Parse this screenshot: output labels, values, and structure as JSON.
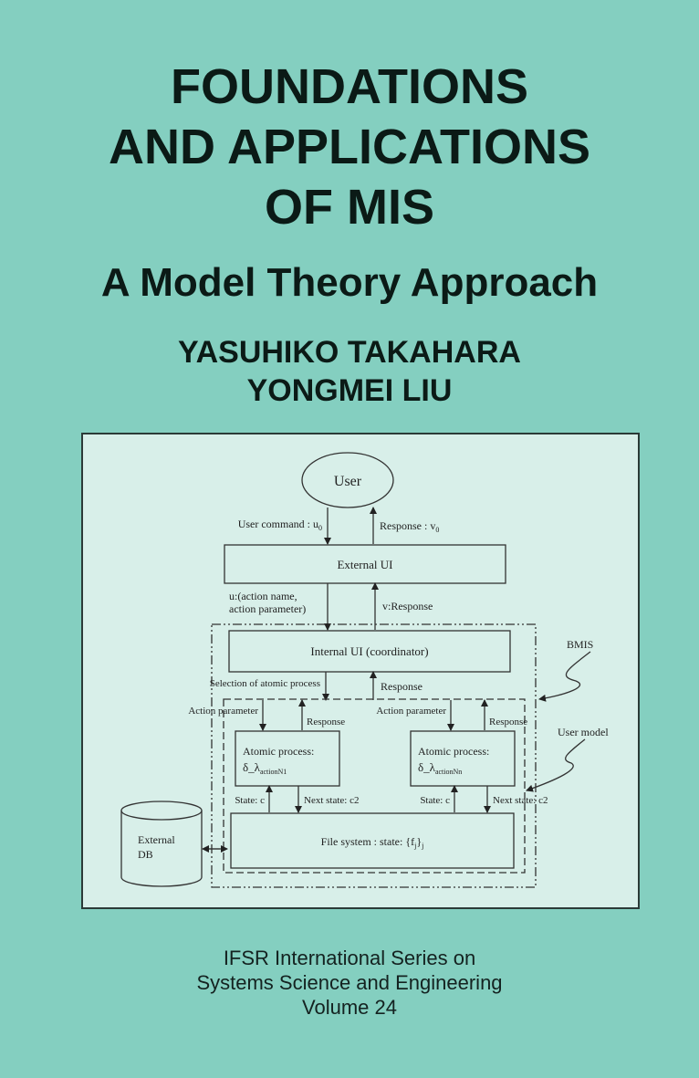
{
  "cover": {
    "title_lines": [
      "FOUNDATIONS",
      "AND APPLICATIONS",
      "OF MIS"
    ],
    "subtitle": "A Model Theory Approach",
    "authors": [
      "YASUHIKO TAKAHARA",
      "YONGMEI LIU"
    ],
    "series_lines": [
      "IFSR International Series on",
      "Systems Science and Engineering",
      "Volume 24"
    ],
    "colors": {
      "background": "#84cfc0",
      "diagram_bg": "#d8efe9",
      "text": "#0b1a16"
    }
  },
  "diagram": {
    "user": "User",
    "user_command": "User command : u",
    "user_command_sub": "0",
    "response_v0": "Response : v",
    "response_v0_sub": "0",
    "external_ui": "External UI",
    "u_action_line1": "u:(action name,",
    "u_action_line2": "action parameter)",
    "v_response": "v:Response",
    "internal_ui": "Internal UI (coordinator)",
    "selection": "Selection of atomic process",
    "response_mid": "Response",
    "bmis": "BMIS",
    "action_param_left": "Action parameter",
    "response_left": "Response",
    "action_param_right": "Action parameter",
    "response_right": "Response",
    "user_model": "User model",
    "atomic_label": "Atomic process:",
    "atomic1_sym": "δ_λ",
    "atomic1_sub": "actionN1",
    "atomicn_sym": "δ_λ",
    "atomicn_sub": "actionNn",
    "state_c_left": "State: c",
    "next_state_left": "Next state: c2",
    "state_c_right": "State: c",
    "next_state_right": "Next state: c2",
    "file_system": "File  system : state: {f",
    "file_system_sub": "j",
    "file_system_close": "}",
    "file_system_sub2": "j",
    "external_db_line1": "External",
    "external_db_line2": "DB"
  }
}
